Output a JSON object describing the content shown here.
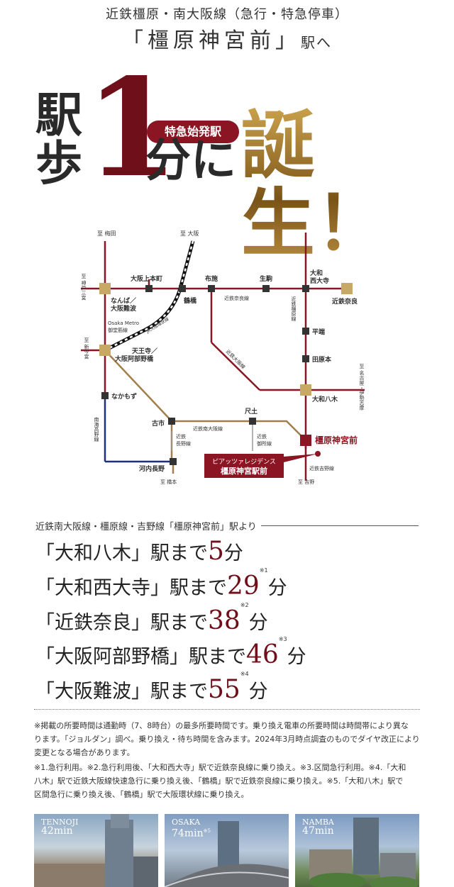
{
  "header": {
    "line1": "近鉄橿原・南大阪線（急行・特急停車）",
    "station_quoted": "「橿原神宮前」",
    "to": "駅へ"
  },
  "hero": {
    "eki": "駅",
    "ho": "歩",
    "one": "1",
    "fun_ni": "分に",
    "tanjo": "誕生！",
    "badge": "特急始発駅"
  },
  "map": {
    "labels": {
      "umeda": "至 梅田",
      "osaka": "至 大阪",
      "kobe": "至 神戸三宮",
      "shin_imamiya": "至 新今宮",
      "hashimoto": "至 橋本",
      "yoshino": "至 吉野",
      "nagoya": "至 名古屋・伊勢志摩",
      "osaka_uehommachi": "大阪上本町",
      "fuse": "布施",
      "ikoma": "生駒",
      "yamato_saidaiji_1": "大和",
      "yamato_saidaiji_2": "西大寺",
      "kintetsu_nara": "近鉄奈良",
      "tsuruhashi": "鶴橋",
      "kintetsu_nara_line": "近鉄奈良線",
      "namba_1": "なんば／",
      "namba_2": "大阪難波",
      "metro_1": "Osaka Metro",
      "metro_2": "御堂筋線",
      "loop_line": "JR大阪環状線",
      "kashihara_line": "近鉄橿原線",
      "tennoji_1": "天王寺／",
      "tennoji_2": "大阪阿部野橋",
      "hiraoka": "平端",
      "tawaramoto": "田原本",
      "yamato_yagi": "大和八木",
      "osaka_line": "近鉄大阪線",
      "nakamozu": "なかもず",
      "nankai": "南海高野線",
      "furuichi": "古市",
      "shakudo": "尺土",
      "minami_osaka_line": "近鉄南大阪線",
      "nagano_1": "近鉄",
      "nagano_2": "長野線",
      "gose_1": "近鉄",
      "gose_2": "御所線",
      "kashihara_jingu_mae": "橿原神宮前",
      "kawachi_nagano": "河内長野",
      "yoshino_line": "近鉄吉野線",
      "residence_1": "ピアッツァレジデンス",
      "residence_2": "橿原神宮駅前"
    }
  },
  "routes": {
    "heading": "近鉄南大阪線・橿原線・吉野線「橿原神宮前」駅より",
    "items": [
      {
        "station": "「大和八木」駅まで",
        "minutes": "5",
        "note": "",
        "unit": "分"
      },
      {
        "station": "「大和西大寺」駅まで",
        "minutes": "29",
        "note": "※1",
        "unit": "分"
      },
      {
        "station": "「近鉄奈良」駅まで",
        "minutes": "38",
        "note": "※2",
        "unit": "分"
      },
      {
        "station": "「大阪阿部野橋」駅まで",
        "minutes": "46",
        "note": "※3",
        "unit": "分"
      },
      {
        "station": "「大阪難波」駅まで",
        "minutes": "55",
        "note": "※4",
        "unit": "分"
      }
    ]
  },
  "notes": {
    "p1_l1": "※掲載の所要時間は通勤時（7、8時台）の最多所要時間です。乗り換え電車の所要時間は時間帯により異な",
    "p1_l2": "ります。「ジョルダン」調べ。乗り換え・待ち時間を含みます。2024年3月時点調査のものでダイヤ改正により",
    "p1_l3": "変更となる場合があります。",
    "p2_l1": "※1.急行利用。※2.急行利用後、「大和西大寺」駅で近鉄奈良線に乗り換え。※3.区間急行利用。※4.「大和",
    "p2_l2": "八木」駅で近鉄大阪線快速急行に乗り換え後、「鶴橋」駅で近鉄奈良線に乗り換え。※5.「大和八木」駅で",
    "p2_l3": "区間急行に乗り換え後、「鶴橋」駅で大阪環状線に乗り換え。"
  },
  "photos": [
    {
      "name": "TENNOJI",
      "min": "42min",
      "note": ""
    },
    {
      "name": "OSAKA",
      "min": "74min",
      "note": "※5"
    },
    {
      "name": "NAMBA",
      "min": "47min",
      "note": ""
    }
  ],
  "colors": {
    "accent": "#8c1523",
    "station": "#333333",
    "transfer": "#c8a866",
    "loop": "#111111"
  }
}
